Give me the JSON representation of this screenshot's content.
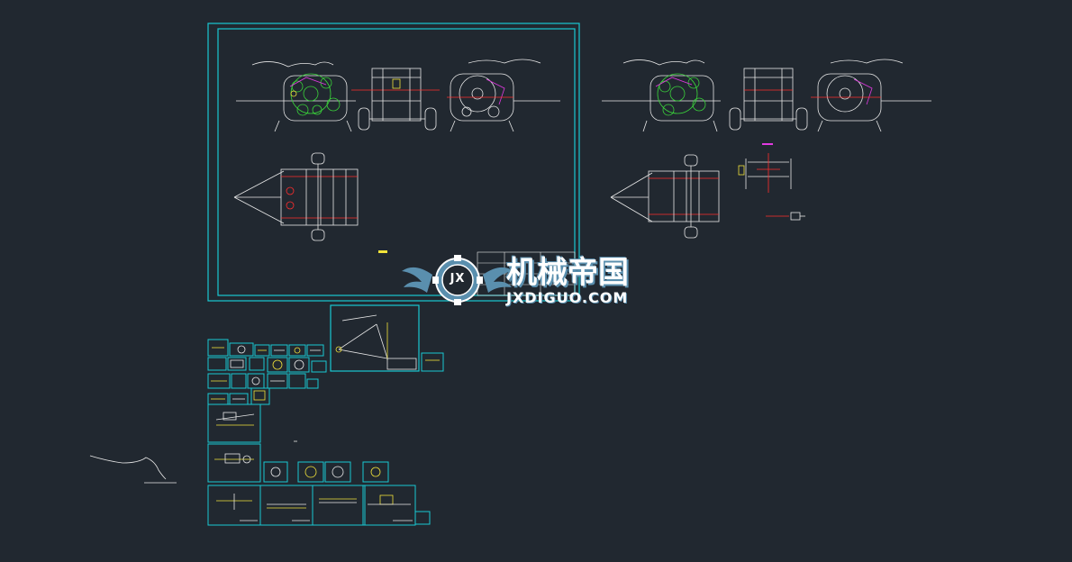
{
  "watermark": {
    "logo_letters": "JX",
    "brand_cn": "机械帝国",
    "brand_en": "JXDIGUO.COM"
  },
  "colors": {
    "background": "#212830",
    "frame": "#19c8d2",
    "linework": "#e8e8e8",
    "red": "#ff2d2d",
    "green": "#3ad23a",
    "magenta": "#e23ae2",
    "yellow": "#f2e33a",
    "logo_steel": "#5a8fae"
  }
}
